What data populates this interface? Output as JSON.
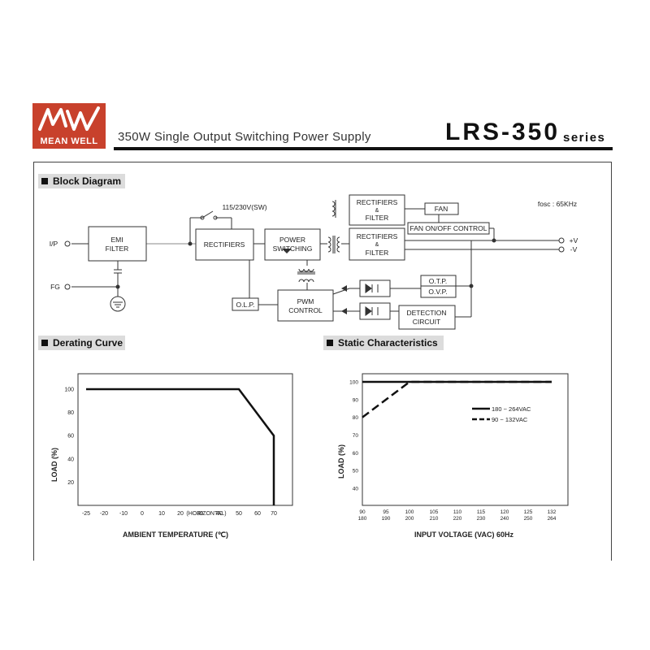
{
  "header": {
    "logo_text": "MEAN WELL",
    "subtitle": "350W Single Output Switching Power Supply",
    "model": "LRS-350",
    "series": "series",
    "brand_color": "#c8412c"
  },
  "sections": {
    "block_diagram": "Block Diagram",
    "derating_curve": "Derating Curve",
    "static_characteristics": "Static Characteristics"
  },
  "block_diagram": {
    "fosc": "fosc : 65KHz",
    "switch_label": "115/230V(SW)",
    "inputs": {
      "ip": "I/P",
      "fg": "FG"
    },
    "outputs": {
      "plus": "+V",
      "minus": "-V"
    },
    "blocks": {
      "emi_filter": [
        "EMI",
        "FILTER"
      ],
      "rectifiers": "RECTIFIERS",
      "power_switching": [
        "POWER",
        "SWITCHING"
      ],
      "rect_filter_top": [
        "RECTIFIERS",
        "&",
        "FILTER"
      ],
      "rect_filter_main": [
        "RECTIFIERS",
        "&",
        "FILTER"
      ],
      "fan": "FAN",
      "fan_control": "FAN ON/OFF CONTROL",
      "pwm_control": [
        "PWM",
        "CONTROL"
      ],
      "olp": "O.L.P.",
      "otp": "O.T.P.",
      "ovp": "O.V.P.",
      "detection": [
        "DETECTION",
        "CIRCUIT"
      ]
    }
  },
  "chart_data": [
    {
      "type": "line",
      "xlabel": "AMBIENT TEMPERATURE (℃)",
      "ylabel": "LOAD (%)",
      "x_ticks": [
        "-25",
        "-20",
        "-10",
        "0",
        "10",
        "20",
        "30",
        "40",
        "50",
        "60",
        "70"
      ],
      "x_tick_suffix": "(HORIZONTAL)",
      "y_ticks": [
        "20",
        "40",
        "60",
        "80",
        "100"
      ],
      "xlim": [
        -25,
        80
      ],
      "ylim": [
        0,
        110
      ],
      "series": [
        {
          "x": [
            -25,
            50,
            70,
            70
          ],
          "y": [
            100,
            100,
            60,
            0
          ]
        }
      ]
    },
    {
      "type": "line",
      "xlabel": "INPUT VOLTAGE (VAC) 60Hz",
      "ylabel": "LOAD (%)",
      "x_ticks": [
        [
          "90",
          "180"
        ],
        [
          "95",
          "190"
        ],
        [
          "100",
          "200"
        ],
        [
          "105",
          "210"
        ],
        [
          "110",
          "220"
        ],
        [
          "115",
          "230"
        ],
        [
          "120",
          "240"
        ],
        [
          "125",
          "250"
        ],
        [
          "132",
          "264"
        ]
      ],
      "y_ticks": [
        "40",
        "50",
        "60",
        "70",
        "80",
        "90",
        "100"
      ],
      "xlim": [
        90,
        132
      ],
      "ylim": [
        32,
        104
      ],
      "series": [
        {
          "name": "180 ~ 264VAC",
          "style": "solid",
          "x": [
            90,
            132
          ],
          "y": [
            100,
            100
          ]
        },
        {
          "name": "90 ~ 132VAC",
          "style": "dashed",
          "x": [
            90,
            100,
            132
          ],
          "y": [
            80,
            100,
            100
          ]
        }
      ]
    }
  ]
}
